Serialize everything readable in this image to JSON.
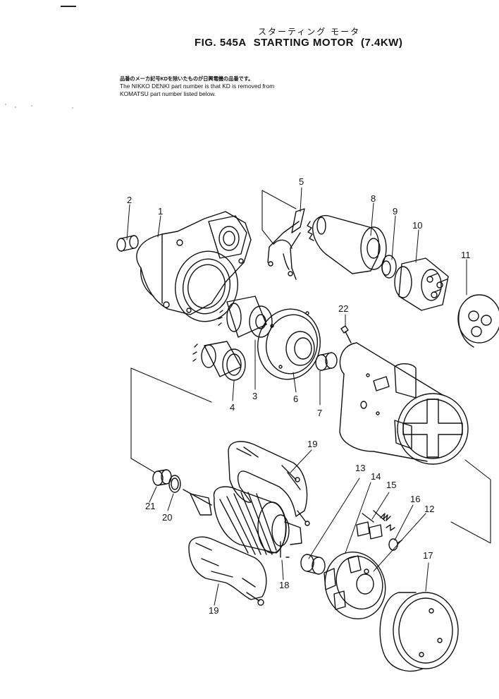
{
  "header": {
    "jp_title": "スターティング モータ",
    "fig_number": "FIG. 545A",
    "title": "STARTING  MOTOR",
    "rating": "(7.4KW)"
  },
  "note": {
    "jp": "品番のメーカ記号KDを除いたものが日興電機の品番です。",
    "line1": "The NIKKO DENKI part number is that KD is removed from",
    "line2": "KOMATSU part number listed below."
  },
  "callouts": {
    "c1": "1",
    "c2": "2",
    "c3": "3",
    "c4": "4",
    "c5": "5",
    "c6": "6",
    "c7": "7",
    "c8": "8",
    "c9": "9",
    "c10": "10",
    "c11": "11",
    "c12": "12",
    "c13": "13",
    "c14": "14",
    "c15": "15",
    "c16": "16",
    "c17": "17",
    "c18": "18",
    "c19a": "19",
    "c19b": "19",
    "c20": "20",
    "c21": "21",
    "c22": "22"
  }
}
